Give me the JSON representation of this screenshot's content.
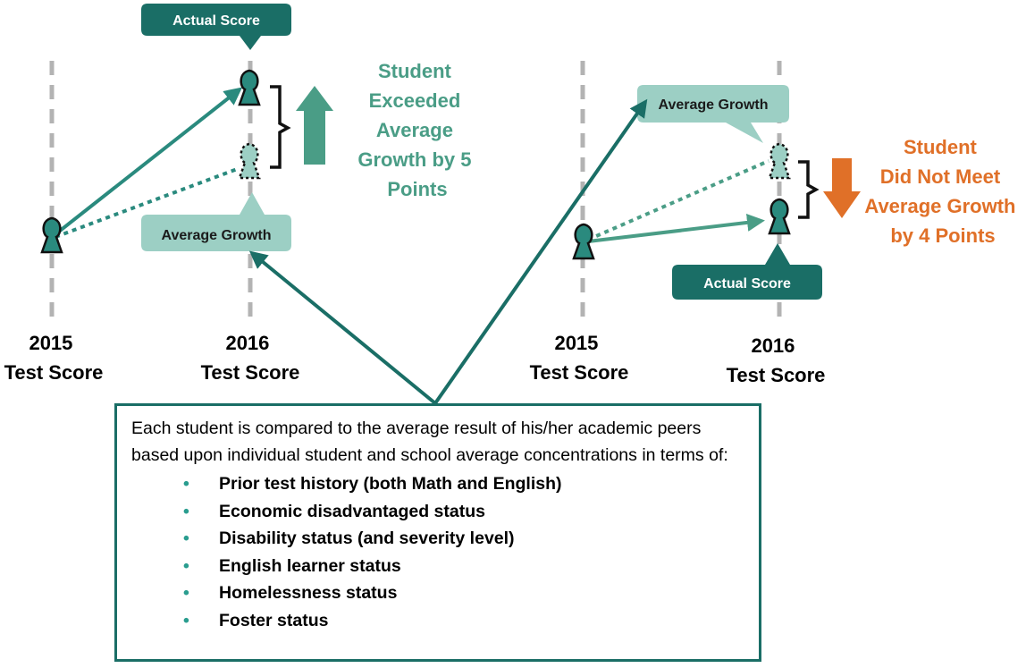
{
  "colors": {
    "dark_teal": "#1a6e66",
    "teal": "#2a8a7e",
    "light_teal": "#9ccfc4",
    "arrow_green": "#4a9d86",
    "orange": "#e07028",
    "axis_gray": "#b3b3b3"
  },
  "left_panel": {
    "actual_score_label": "Actual Score",
    "average_growth_label": "Average Growth",
    "outcome_lines": [
      "Student",
      "Exceeded",
      "Average",
      "Growth by 5",
      "Points"
    ],
    "axis_2015": [
      "2015",
      "Test Score"
    ],
    "axis_2016": [
      "2016",
      "Test Score"
    ],
    "outcome_arrow_icon": "up-arrow-icon"
  },
  "right_panel": {
    "actual_score_label": "Actual Score",
    "average_growth_label": "Average Growth",
    "outcome_lines": [
      "Student",
      "Did Not Meet",
      "Average Growth",
      "by 4 Points"
    ],
    "axis_2015": [
      "2015",
      "Test Score"
    ],
    "axis_2016": [
      "2016",
      "Test Score"
    ],
    "outcome_arrow_icon": "down-arrow-icon"
  },
  "info_box": {
    "intro": "Each student is compared to the average result of his/her academic peers based upon individual student and school average concentrations in terms of:",
    "bullet_char": "•",
    "factors": [
      "Prior test history (both Math and English)",
      "Economic disadvantaged status",
      "Disability status (and severity level)",
      "English learner status",
      "Homelessness status",
      "Foster status"
    ]
  }
}
